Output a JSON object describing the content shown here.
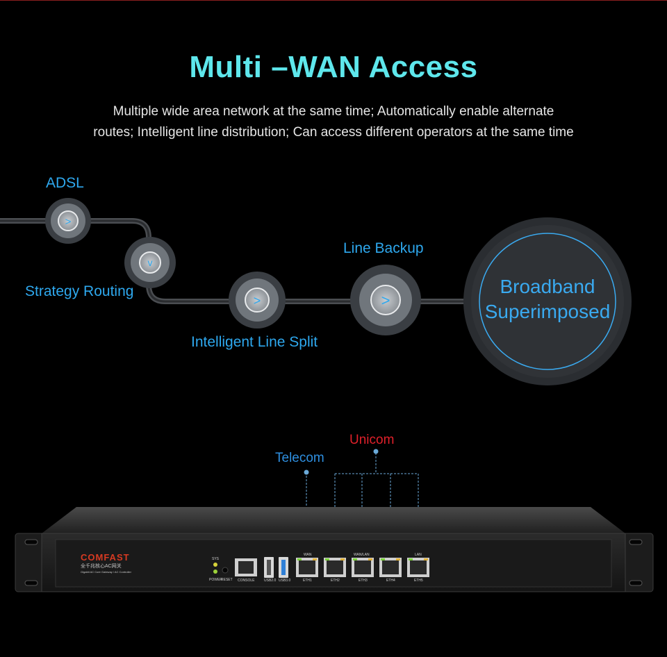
{
  "header": {
    "title": "Multi –WAN Access",
    "subtitle_line1": "Multiple wide area network at the same time; Automatically enable alternate",
    "subtitle_line2": "routes; Intelligent line distribution; Can access different operators at the same time"
  },
  "flow": {
    "nodes": [
      {
        "label": "ADSL",
        "icon": "chevron-right-icon"
      },
      {
        "label": "Strategy Routing",
        "icon": "chevron-down-icon"
      },
      {
        "label": "Intelligent Line Split",
        "icon": "chevron-right-icon"
      },
      {
        "label": "Line Backup",
        "icon": "chevron-right-icon"
      }
    ],
    "destination_line1": "Broadband",
    "destination_line2": "Superimposed"
  },
  "isps": {
    "telecom": "Telecom",
    "unicom": "Unicom",
    "telecom_color": "#2e8fe0",
    "unicom_color": "#e0202a"
  },
  "device": {
    "brand": "COMFAST",
    "brand_subtitle": "全千兆核心AC网关",
    "brand_tagline": "Gigabit AC Core Gateway / AC Controller",
    "indicator_labels": [
      "SYS",
      "POWER",
      "RESET"
    ],
    "port_labels": [
      "CONSOLE",
      "USB2.0",
      "USB3.0",
      "ETH1",
      "ETH2",
      "ETH3",
      "ETH4",
      "ETH5"
    ],
    "group_labels": [
      "WAN",
      "WAN/LAN",
      "LAN"
    ]
  },
  "colors": {
    "accent_title": "#5ee7ec",
    "accent_blue": "#2ea8ee",
    "background": "#000000"
  }
}
